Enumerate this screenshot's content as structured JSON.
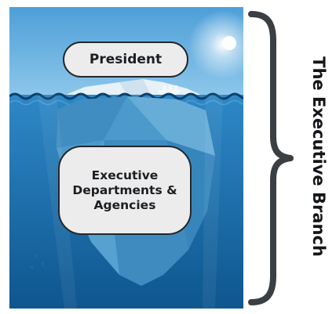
{
  "diagram": {
    "top_label": "President",
    "bottom_label": "Executive Departments & Agencies",
    "side_title": "The Executive Branch"
  },
  "colors": {
    "sky": "#5fa9dc",
    "sea_surface": "#2f86c4",
    "sea_deep": "#0f5b96",
    "iceberg": "#4f9bcb",
    "label_fill": "#ececed",
    "label_border": "#23272b",
    "brace": "#3a3f44"
  },
  "icons": [
    "iceberg-illustration",
    "sun-icon",
    "ship-icon",
    "brace-icon"
  ]
}
